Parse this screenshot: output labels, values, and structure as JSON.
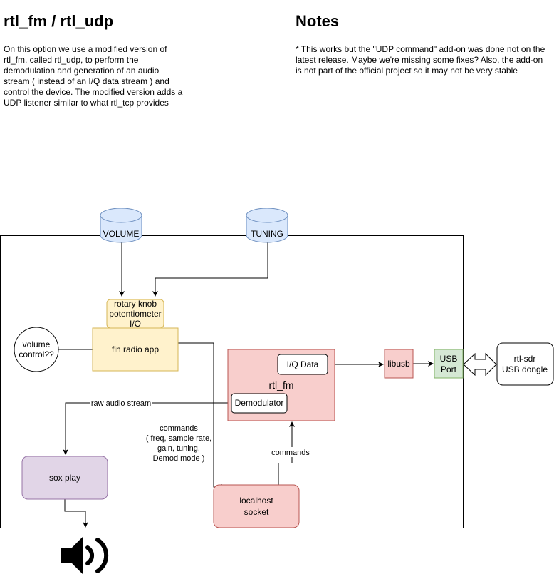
{
  "left_title": "rtl_fm / rtl_udp",
  "left_desc": "On this option we use a modified version of rtl_fm, called rtl_udp, to perform the demodulation and generation of an audio stream ( instead of an I/Q data stream ) and control the device. The modified version adds a UDP listener similar to what rtl_tcp provides",
  "notes_title": "Notes",
  "notes_text": "* This works but the \"UDP command\" add-on was done not on the latest release. Maybe we're missing some fixes? Also, the add-on is not part of the official project so it may not be very stable",
  "nodes": {
    "volume": "VOLUME",
    "tuning": "TUNING",
    "rotary": [
      "rotary knob",
      "potentiometer",
      "I/O"
    ],
    "fin_app": "fin radio app",
    "volume_control": [
      "volume",
      "control??"
    ],
    "rtl_fm": "rtl_fm",
    "iq_data": "I/Q Data",
    "demodulator": "Demodulator",
    "libusb": "libusb",
    "usb_port": [
      "USB",
      "Port"
    ],
    "dongle": [
      "rtl-sdr",
      "USB dongle"
    ],
    "sox": "sox play",
    "socket": [
      "localhost",
      "socket"
    ]
  },
  "edges": {
    "raw_audio": "raw audio stream",
    "commands_detail": [
      "commands",
      "( freq, sample rate,",
      "gain, tuning,",
      "Demod mode )"
    ],
    "commands": "commands"
  },
  "icons": {
    "speaker": "speaker-icon"
  },
  "colors": {
    "yellow_fill": "#fff2cc",
    "yellow_stroke": "#d6b656",
    "red_fill": "#f8cecc",
    "red_stroke": "#b85450",
    "green_fill": "#d5e8d4",
    "green_stroke": "#82b366",
    "purple_fill": "#e1d5e7",
    "purple_stroke": "#9673a6",
    "blue_fill": "#dae8fc",
    "blue_stroke": "#6c8ebf"
  }
}
